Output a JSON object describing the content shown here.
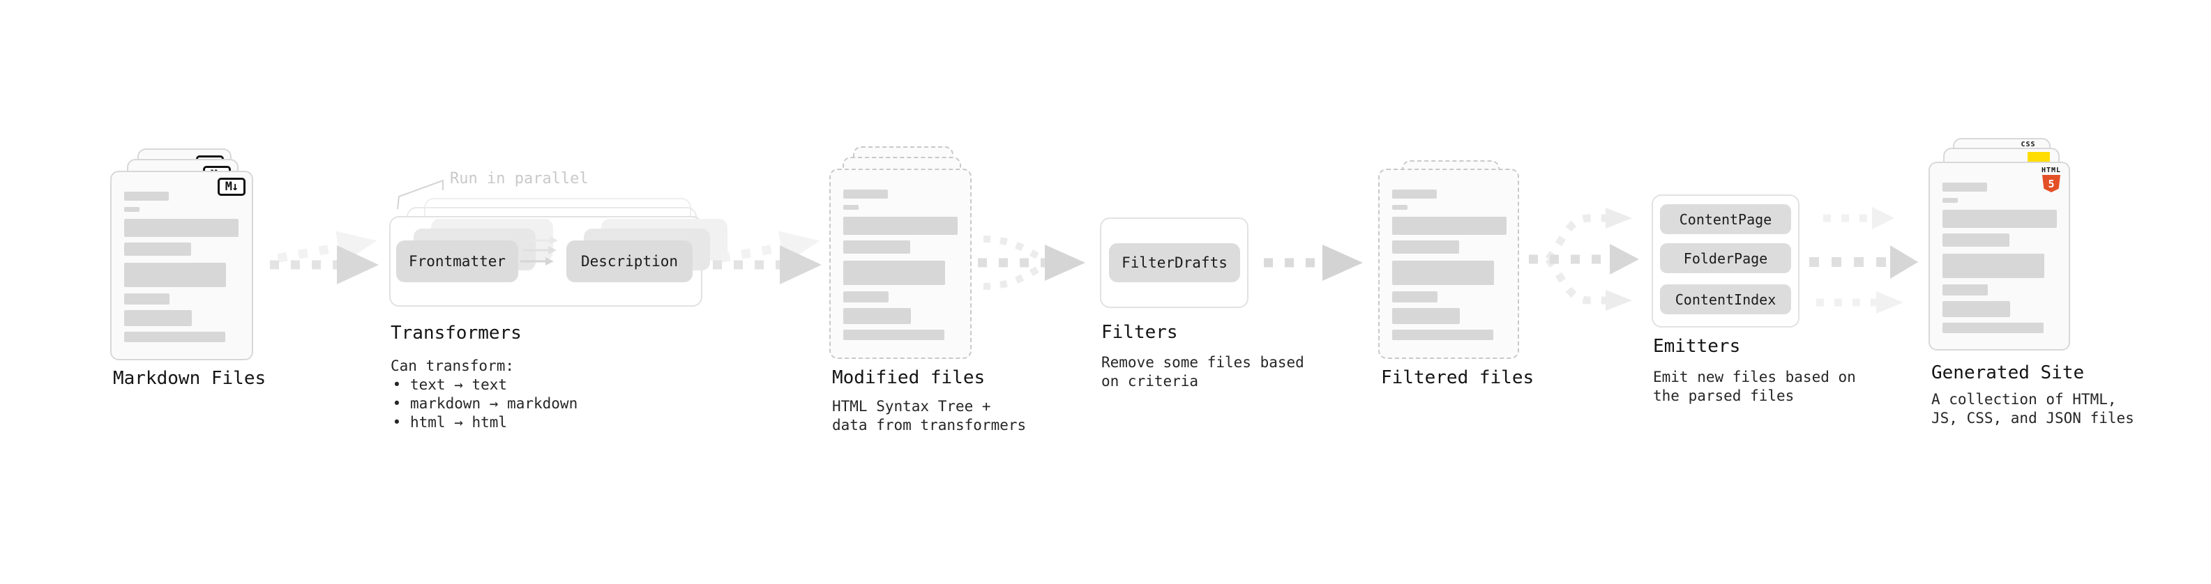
{
  "ui": {
    "bullet": "•"
  },
  "colors": {
    "html5_orange": "#e34f26",
    "js_yellow": "#ffdd00",
    "css_blue": "#2d65f1",
    "chip_gray": "#dcdcdc",
    "skeleton_gray": "#d7d7d7"
  },
  "icons": {
    "markdown": "markdown-icon",
    "html5": "html5-icon",
    "js": "js-badge",
    "css": "css-badge"
  },
  "stages": {
    "markdown": {
      "title": "Markdown Files",
      "icon_label": "M↓"
    },
    "transformers": {
      "title": "Transformers",
      "annotation": "Run in parallel",
      "desc_heading": "Can transform:",
      "bullets": [
        "text → text",
        "markdown → markdown",
        "html → html"
      ],
      "nodes": {
        "frontmatter": "Frontmatter",
        "description": "Description"
      }
    },
    "modified": {
      "title": "Modified files",
      "desc_lines": [
        "HTML Syntax Tree +",
        "data from transformers"
      ]
    },
    "filters": {
      "title": "Filters",
      "node": "FilterDrafts",
      "desc_lines": [
        "Remove some files based",
        "on criteria"
      ]
    },
    "filtered": {
      "title": "Filtered files"
    },
    "emitters": {
      "title": "Emitters",
      "nodes": [
        "ContentPage",
        "FolderPage",
        "ContentIndex"
      ],
      "desc_lines": [
        "Emit new files based on",
        "the parsed files"
      ]
    },
    "generated": {
      "title": "Generated Site",
      "desc_lines": [
        "A collection of HTML,",
        "JS, CSS, and JSON files"
      ],
      "badges": {
        "css": "CSS",
        "html_label": "HTML",
        "html_number": "5"
      }
    }
  }
}
